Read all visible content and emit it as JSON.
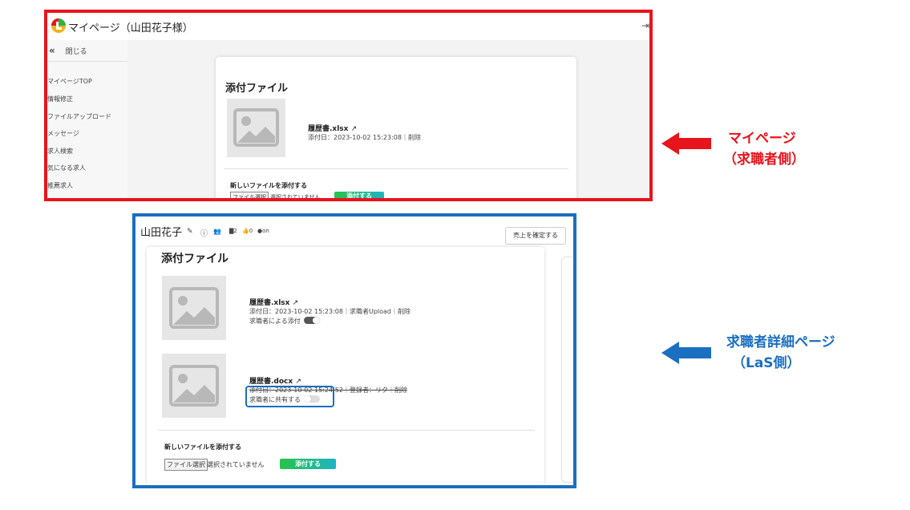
{
  "top_screenshot": {
    "title": "マイページ（山田花子様）",
    "sidebar": {
      "close_label": "閉じる",
      "items": [
        {
          "label": "マイページTOP"
        },
        {
          "label": "情報修正"
        },
        {
          "label": "ファイルアップロード"
        },
        {
          "label": "メッセージ"
        },
        {
          "label": "求人検索"
        },
        {
          "label": "気になる求人"
        },
        {
          "label": "推薦求人"
        }
      ]
    },
    "card": {
      "title": "添付ファイル",
      "file": {
        "name": "履歴書.xlsx",
        "meta": "添付日：2023-10-02 15:23:08｜削除"
      },
      "new_file_label": "新しいファイルを添付する",
      "choose_button": "ファイル選択",
      "no_file_text": "選択されていません",
      "attach_button": "添付する"
    }
  },
  "bottom_screenshot": {
    "user_name": "山田花子",
    "header_icons": [
      {
        "icon": "edit-icon",
        "text": "✎"
      },
      {
        "icon": "info-icon",
        "text": "ⓘ"
      },
      {
        "icon": "users-icon",
        "text": "👥"
      },
      {
        "icon": "document-icon",
        "text": "▇2"
      },
      {
        "icon": "thumbs-up-icon",
        "text": "👍0"
      },
      {
        "icon": "person-icon",
        "text": "●on"
      }
    ],
    "confirm_button": "売上を確定する",
    "card": {
      "title": "添付ファイル",
      "files": [
        {
          "name": "履歴書.xlsx",
          "meta": "添付日：2023-10-02 15:23:08｜求職者Upload｜削除",
          "toggle_label": "求職者による添付",
          "toggle_on": true
        },
        {
          "name": "履歴書.docx",
          "meta": "添付日：2023-10-02 15:24:52｜登録者：リク｜削除",
          "toggle_label": "求職者に共有する",
          "toggle_on": false
        }
      ],
      "new_file_label": "新しいファイルを添付する",
      "choose_button": "ファイル選択",
      "no_file_text": "選択されていません",
      "attach_button": "添付する"
    }
  },
  "annotations": {
    "top_line1": "マイページ",
    "top_line2": "（求職者側）",
    "bottom_line1": "求職者詳細ページ",
    "bottom_line2": "（LaS側）"
  },
  "colors": {
    "red": "#e8141c",
    "blue": "#1a6fc0",
    "green_start": "#27c24c",
    "green_end": "#1fb4c4"
  }
}
